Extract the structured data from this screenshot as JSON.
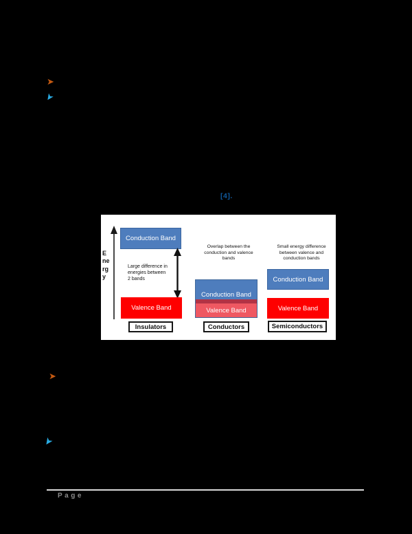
{
  "page": {
    "background_color": "#000000",
    "citation": {
      "text": "[4].",
      "color": "#115a9e"
    }
  },
  "bullets": {
    "orange_arrow_icon": "arrow-right-icon",
    "blue_arrow_icon": "arrow-down-left-icon",
    "orange_color": "#c45911",
    "blue_color": "#29abe2",
    "glyph": "➤"
  },
  "figure": {
    "energy_axis_label": "Energy",
    "insulators": {
      "conduction_band_label": "Conduction Band",
      "gap_description": "Large difference in\nenergies between\n2 bands",
      "valence_band_label": "Valence Band",
      "category_label": "Insulators"
    },
    "conductors": {
      "description": "Overlap between the\nconduction and valence\nbands",
      "conduction_band_label": "Conduction Band",
      "valence_band_label": "Valence Band",
      "category_label": "Conductors"
    },
    "semiconductors": {
      "description": "Small energy difference\nbetween valence and\nconduction bands",
      "conduction_band_label": "Conduction Band",
      "valence_band_label": "Valence Band",
      "category_label": "Semiconductors"
    },
    "colors": {
      "panel_background": "#ffffff",
      "conduction_band_blue": "#4e7dbd",
      "valence_band_red": "#fe0000",
      "overlap_dark_red": "#b23345",
      "conductor_valence_light_red": "#ef5862"
    }
  },
  "footer": {
    "page_label": "Page",
    "divider_color": "#d9d9d9",
    "text_color": "#8a8a8a"
  }
}
